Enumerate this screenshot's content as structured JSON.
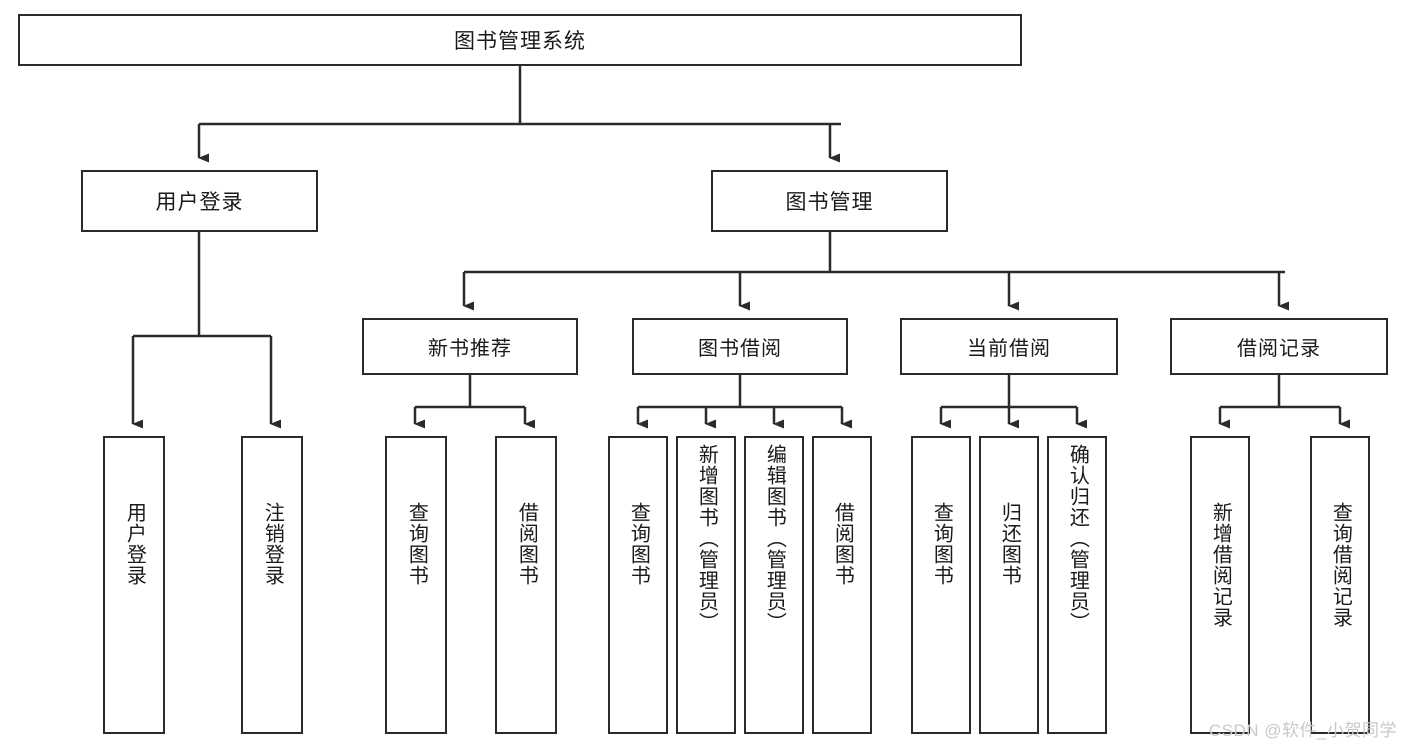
{
  "diagram": {
    "title": "图书管理系统",
    "watermark": "CSDN @软件_小贺同学",
    "style": {
      "background": "#ffffff",
      "box_border": "#2b2b2b",
      "edge_color": "#2b2b2b",
      "text_color": "#1a1a1a",
      "watermark_color": "#c9c9c9"
    },
    "nodes": {
      "root": {
        "label": "图书管理系统"
      },
      "level2": [
        {
          "id": "user-login",
          "label": "用户登录"
        },
        {
          "id": "book-manage",
          "label": "图书管理"
        }
      ],
      "level3": [
        {
          "id": "new-book-recommend",
          "label": "新书推荐"
        },
        {
          "id": "book-borrow",
          "label": "图书借阅"
        },
        {
          "id": "current-borrow",
          "label": "当前借阅"
        },
        {
          "id": "borrow-record",
          "label": "借阅记录"
        }
      ],
      "leaves": {
        "user_login": [
          {
            "id": "leaf-user-login",
            "label": "用户登录"
          },
          {
            "id": "leaf-logout-login",
            "label": "注销登录"
          }
        ],
        "new_book_recommend": [
          {
            "id": "leaf-query-book-1",
            "label": "查询图书"
          },
          {
            "id": "leaf-borrow-book-1",
            "label": "借阅图书"
          }
        ],
        "book_borrow": [
          {
            "id": "leaf-query-book-2",
            "label": "查询图书"
          },
          {
            "id": "leaf-add-book",
            "label": "新增图书（管理员）"
          },
          {
            "id": "leaf-edit-book",
            "label": "编辑图书（管理员）"
          },
          {
            "id": "leaf-borrow-book-2",
            "label": "借阅图书"
          }
        ],
        "current_borrow": [
          {
            "id": "leaf-query-book-3",
            "label": "查询图书"
          },
          {
            "id": "leaf-return-book",
            "label": "归还图书"
          },
          {
            "id": "leaf-confirm-return",
            "label": "确认归还（管理员）"
          }
        ],
        "borrow_record": [
          {
            "id": "leaf-add-record",
            "label": "新增借阅记录"
          },
          {
            "id": "leaf-query-record",
            "label": "查询借阅记录"
          }
        ]
      }
    }
  }
}
